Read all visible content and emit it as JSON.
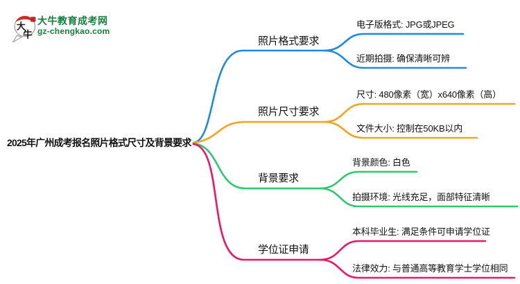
{
  "brand": {
    "title": "大牛教育成考网",
    "url": "gz-chengkao.com",
    "logo_char_top": "大",
    "logo_char_bottom": "牛"
  },
  "root": {
    "label": "2025年广州成考报名照片格式尺寸及背景要求"
  },
  "branches": [
    {
      "label": "照片格式要求",
      "color": "#1e88e5",
      "children": [
        "电子版格式: JPG或JPEG",
        "近期拍摄: 确保清晰可辨"
      ]
    },
    {
      "label": "照片尺寸要求",
      "color": "#f7a21c",
      "children": [
        "尺寸: 480像素（宽）x640像素（高）",
        "文件大小: 控制在50KB以内"
      ]
    },
    {
      "label": "背景要求",
      "color": "#2dc96d",
      "children": [
        "背景颜色: 白色",
        "拍摄环境: 光线充足，面部特征清晰"
      ]
    },
    {
      "label": "学位证申请",
      "color": "#f01467",
      "children": [
        "本科毕业生: 满足条件可申请学位证",
        "法律效力: 与普通高等教育学士学位相同"
      ]
    }
  ],
  "colors": {
    "branch_blue": "#1e88e5",
    "branch_orange": "#f7a21c",
    "branch_green": "#2dc96d",
    "branch_pink": "#f01467",
    "brand_green": "#15803d",
    "logo_red": "#d7281f",
    "seal_red": "#c62828",
    "text": "#111111",
    "background": "#ffffff"
  }
}
